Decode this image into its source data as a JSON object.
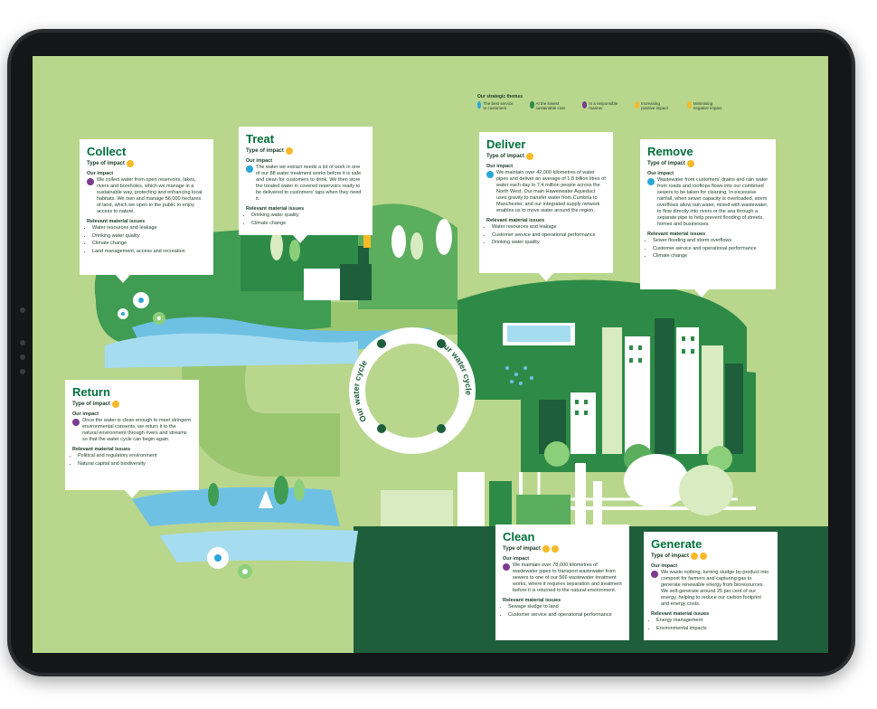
{
  "legend": {
    "title": "Our strategic themes",
    "items": [
      {
        "label": "The best service to customers",
        "color": "#2aa7d7"
      },
      {
        "label": "At the lowest sustainable cost",
        "color": "#2e8b47"
      },
      {
        "label": "In a responsible manner",
        "color": "#7b3c8e"
      },
      {
        "label": "Increasing positive impact",
        "color": "#f7b928"
      },
      {
        "label": "Minimising negative impact",
        "color": "#f7b928"
      }
    ]
  },
  "cycle": {
    "label_left": "Our water cycle",
    "label_right": "Our water cycle"
  },
  "cards": {
    "collect": {
      "title": "Collect",
      "type_label": "Type of impact",
      "impact_heading": "Our impact",
      "impact_text": "We collect water from open reservoirs, lakes, rivers and boreholes, which we manage in a sustainable way, protecting and enhancing local habitats. We own and manage 56,000 hectares of land, which we open to the public to enjoy access to nature.",
      "issues_heading": "Relevant material issues",
      "issues": [
        "Water resources and leakage",
        "Drinking water quality",
        "Climate change",
        "Land management, access and recreation"
      ]
    },
    "treat": {
      "title": "Treat",
      "type_label": "Type of impact",
      "impact_heading": "Our impact",
      "impact_text": "The water we extract needs a lot of work in one of our 88 water treatment works before it is safe and clean for customers to drink. We then store the treated water in covered reservoirs ready to be delivered to customers' taps when they need it.",
      "issues_heading": "Relevant material issues",
      "issues": [
        "Drinking water quality",
        "Climate change"
      ]
    },
    "deliver": {
      "title": "Deliver",
      "type_label": "Type of impact",
      "impact_heading": "Our impact",
      "impact_text": "We maintain over 42,000 kilometres of water pipes and deliver an average of 1.8 billion litres of water each day to 7.4 million people across the North West. Our main Haweswater Aqueduct uses gravity to transfer water from Cumbria to Manchester, and our integrated supply network enables us to move water around the region.",
      "issues_heading": "Relevant material issues",
      "issues": [
        "Water resources and leakage",
        "Customer service and operational performance",
        "Drinking water quality"
      ]
    },
    "remove": {
      "title": "Remove",
      "type_label": "Type of impact",
      "impact_heading": "Our impact",
      "impact_text": "Wastewater from customers' drains and rain water from roads and rooftops flows into our combined sewers to be taken for cleaning. In excessive rainfall, when sewer capacity is overloaded, storm overflows allow rain water, mixed with wastewater, to flow directly into rivers or the sea through a separate pipe to help prevent flooding of streets, homes and businesses.",
      "issues_heading": "Relevant material issues",
      "issues": [
        "Sewer flooding and storm overflows",
        "Customer service and operational performance",
        "Climate change"
      ]
    },
    "return": {
      "title": "Return",
      "type_label": "Type of impact",
      "impact_heading": "Our impact",
      "impact_text": "Once the water is clean enough to meet stringent environmental consents, we return it to the natural environment through rivers and streams so that the water cycle can begin again.",
      "issues_heading": "Relevant material issues",
      "issues": [
        "Political and regulatory environment",
        "Natural capital and biodiversity"
      ]
    },
    "clean": {
      "title": "Clean",
      "type_label": "Type of impact",
      "impact_heading": "Our impact",
      "impact_text": "We maintain over 78,000 kilometres of wastewater pipes to transport wastewater from sewers to one of our 566 wastewater treatment works, where it requires separation and treatment before it is returned to the natural environment.",
      "issues_heading": "Relevant material issues",
      "issues": [
        "Sewage sludge to land",
        "Customer service and operational performance"
      ]
    },
    "generate": {
      "title": "Generate",
      "type_label": "Type of impact",
      "impact_heading": "Our impact",
      "impact_text": "We waste nothing, turning sludge by-product into compost for farmers and capturing gas to generate renewable energy from bioresources. We self-generate around 25 per cent of our energy, helping to reduce our carbon footprint and energy costs.",
      "issues_heading": "Relevant material issues",
      "issues": [
        "Energy management",
        "Environmental impacts"
      ]
    }
  }
}
